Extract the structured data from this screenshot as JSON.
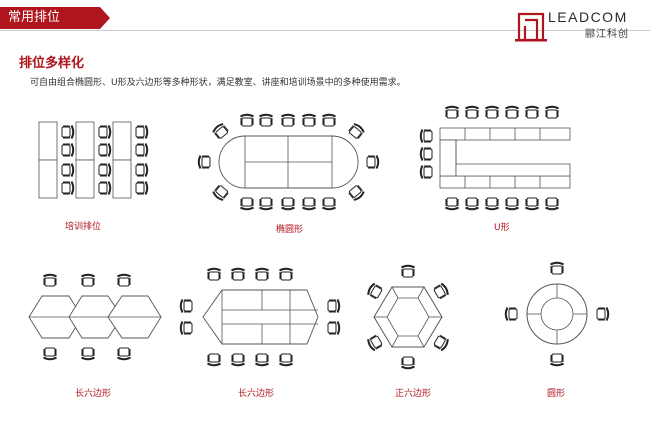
{
  "header": {
    "tab_label": "常用排位",
    "brand_name": "LEADCOM",
    "brand_subtitle": "郦江科创",
    "brand_color": "#b0141c"
  },
  "section": {
    "title": "排位多样化",
    "description": "可自由组合椭圆形、U形及六边形等多种形状，满足教室、讲座和培训场景中的多种使用需求。"
  },
  "layouts": [
    {
      "label": "培训排位"
    },
    {
      "label": "椭圆形"
    },
    {
      "label": "U形"
    },
    {
      "label": "长六边形"
    },
    {
      "label": "长六边形"
    },
    {
      "label": "正六边形"
    },
    {
      "label": "圆形"
    }
  ]
}
